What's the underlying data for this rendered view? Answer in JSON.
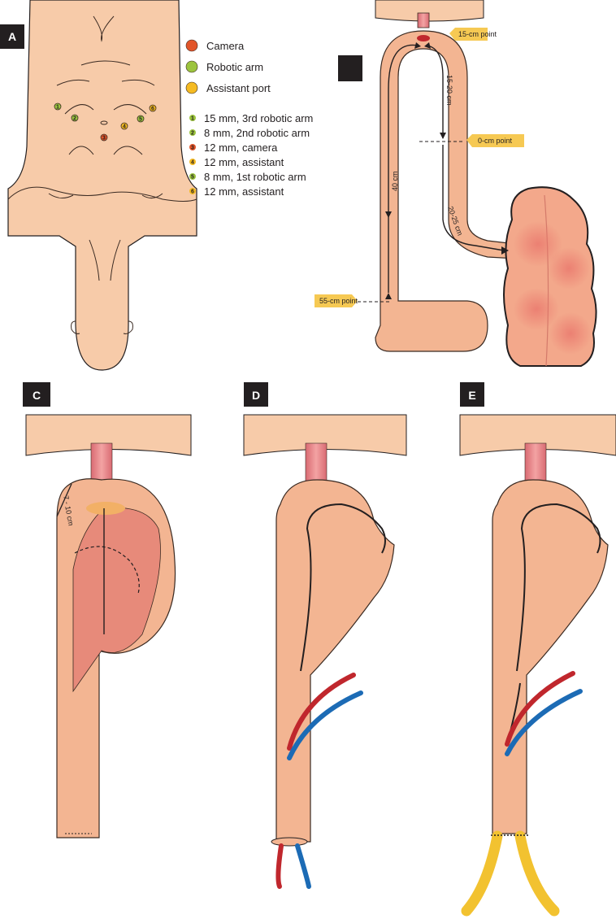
{
  "panels": {
    "a": {
      "letter": "A"
    },
    "b": {
      "letter": ""
    },
    "c": {
      "letter": "C"
    },
    "d": {
      "letter": "D"
    },
    "e": {
      "letter": "E"
    }
  },
  "legend": {
    "items": [
      {
        "label": "Camera",
        "color": "#e2552a"
      },
      {
        "label": "Robotic arm",
        "color": "#9cc43e"
      },
      {
        "label": "Assistant port",
        "color": "#f5bb22"
      }
    ],
    "ports": [
      {
        "num": "1",
        "label": "15 mm, 3rd robotic arm",
        "color": "#9cc43e"
      },
      {
        "num": "2",
        "label": "8 mm, 2nd robotic arm",
        "color": "#9cc43e"
      },
      {
        "num": "3",
        "label": "12 mm, camera",
        "color": "#e2552a"
      },
      {
        "num": "4",
        "label": "12 mm, assistant",
        "color": "#f5bb22"
      },
      {
        "num": "5",
        "label": "8 mm, 1st robotic arm",
        "color": "#9cc43e"
      },
      {
        "num": "6",
        "label": "12 mm, assistant",
        "color": "#f5bb22"
      }
    ]
  },
  "panel_b": {
    "callouts": {
      "p15": "15-cm point",
      "p0": "0-cm point",
      "p55": "55-cm point"
    },
    "measures": {
      "m40": "40 cm",
      "m1520": "15-20 cm",
      "m2025": "20-25 cm"
    }
  },
  "panel_c": {
    "measure": "7 - 10 cm"
  },
  "colors": {
    "skin": "#f7cba9",
    "intestine": "#f3b592",
    "esophagus": "#e98b8b",
    "artery": "#c0272d",
    "vein": "#1c6bb5",
    "graft": "#f2c230",
    "callout": "#f6c953"
  }
}
